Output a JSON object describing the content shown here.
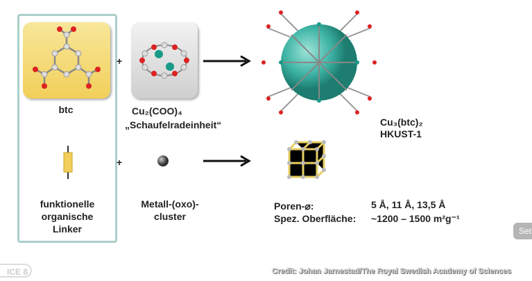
{
  "diagram": {
    "top_row": {
      "linker_label": "btc",
      "cluster_formula": "Cu₂(COO)₄",
      "cluster_name": "„Schaufelradeinheit“",
      "plus": "+",
      "product_formula": "Cu₃(btc)₂",
      "product_name": "HKUST-1"
    },
    "bottom_row": {
      "linker_label_lines": [
        "funktionelle",
        "organische",
        "Linker"
      ],
      "cluster_label_lines": [
        "Metall-(oxo)-",
        "cluster"
      ],
      "plus": "+"
    },
    "properties": [
      {
        "label": "Poren-⌀:",
        "value": "5 Å, 11 Å, 13,5 Å"
      },
      {
        "label": "Spez. Oberfläche:",
        "value": "~1200 – 1500 m²g⁻¹"
      }
    ],
    "colors": {
      "frame": "#a9cfc9",
      "sphere": "#3fb5a6",
      "linker": "#f1cf5a"
    }
  },
  "overlay": {
    "settings_button": "Set",
    "badge": "ICE 8",
    "credit": "Credit: Johan Jarnestad/The Royal Swedish Academy of Sciences"
  }
}
